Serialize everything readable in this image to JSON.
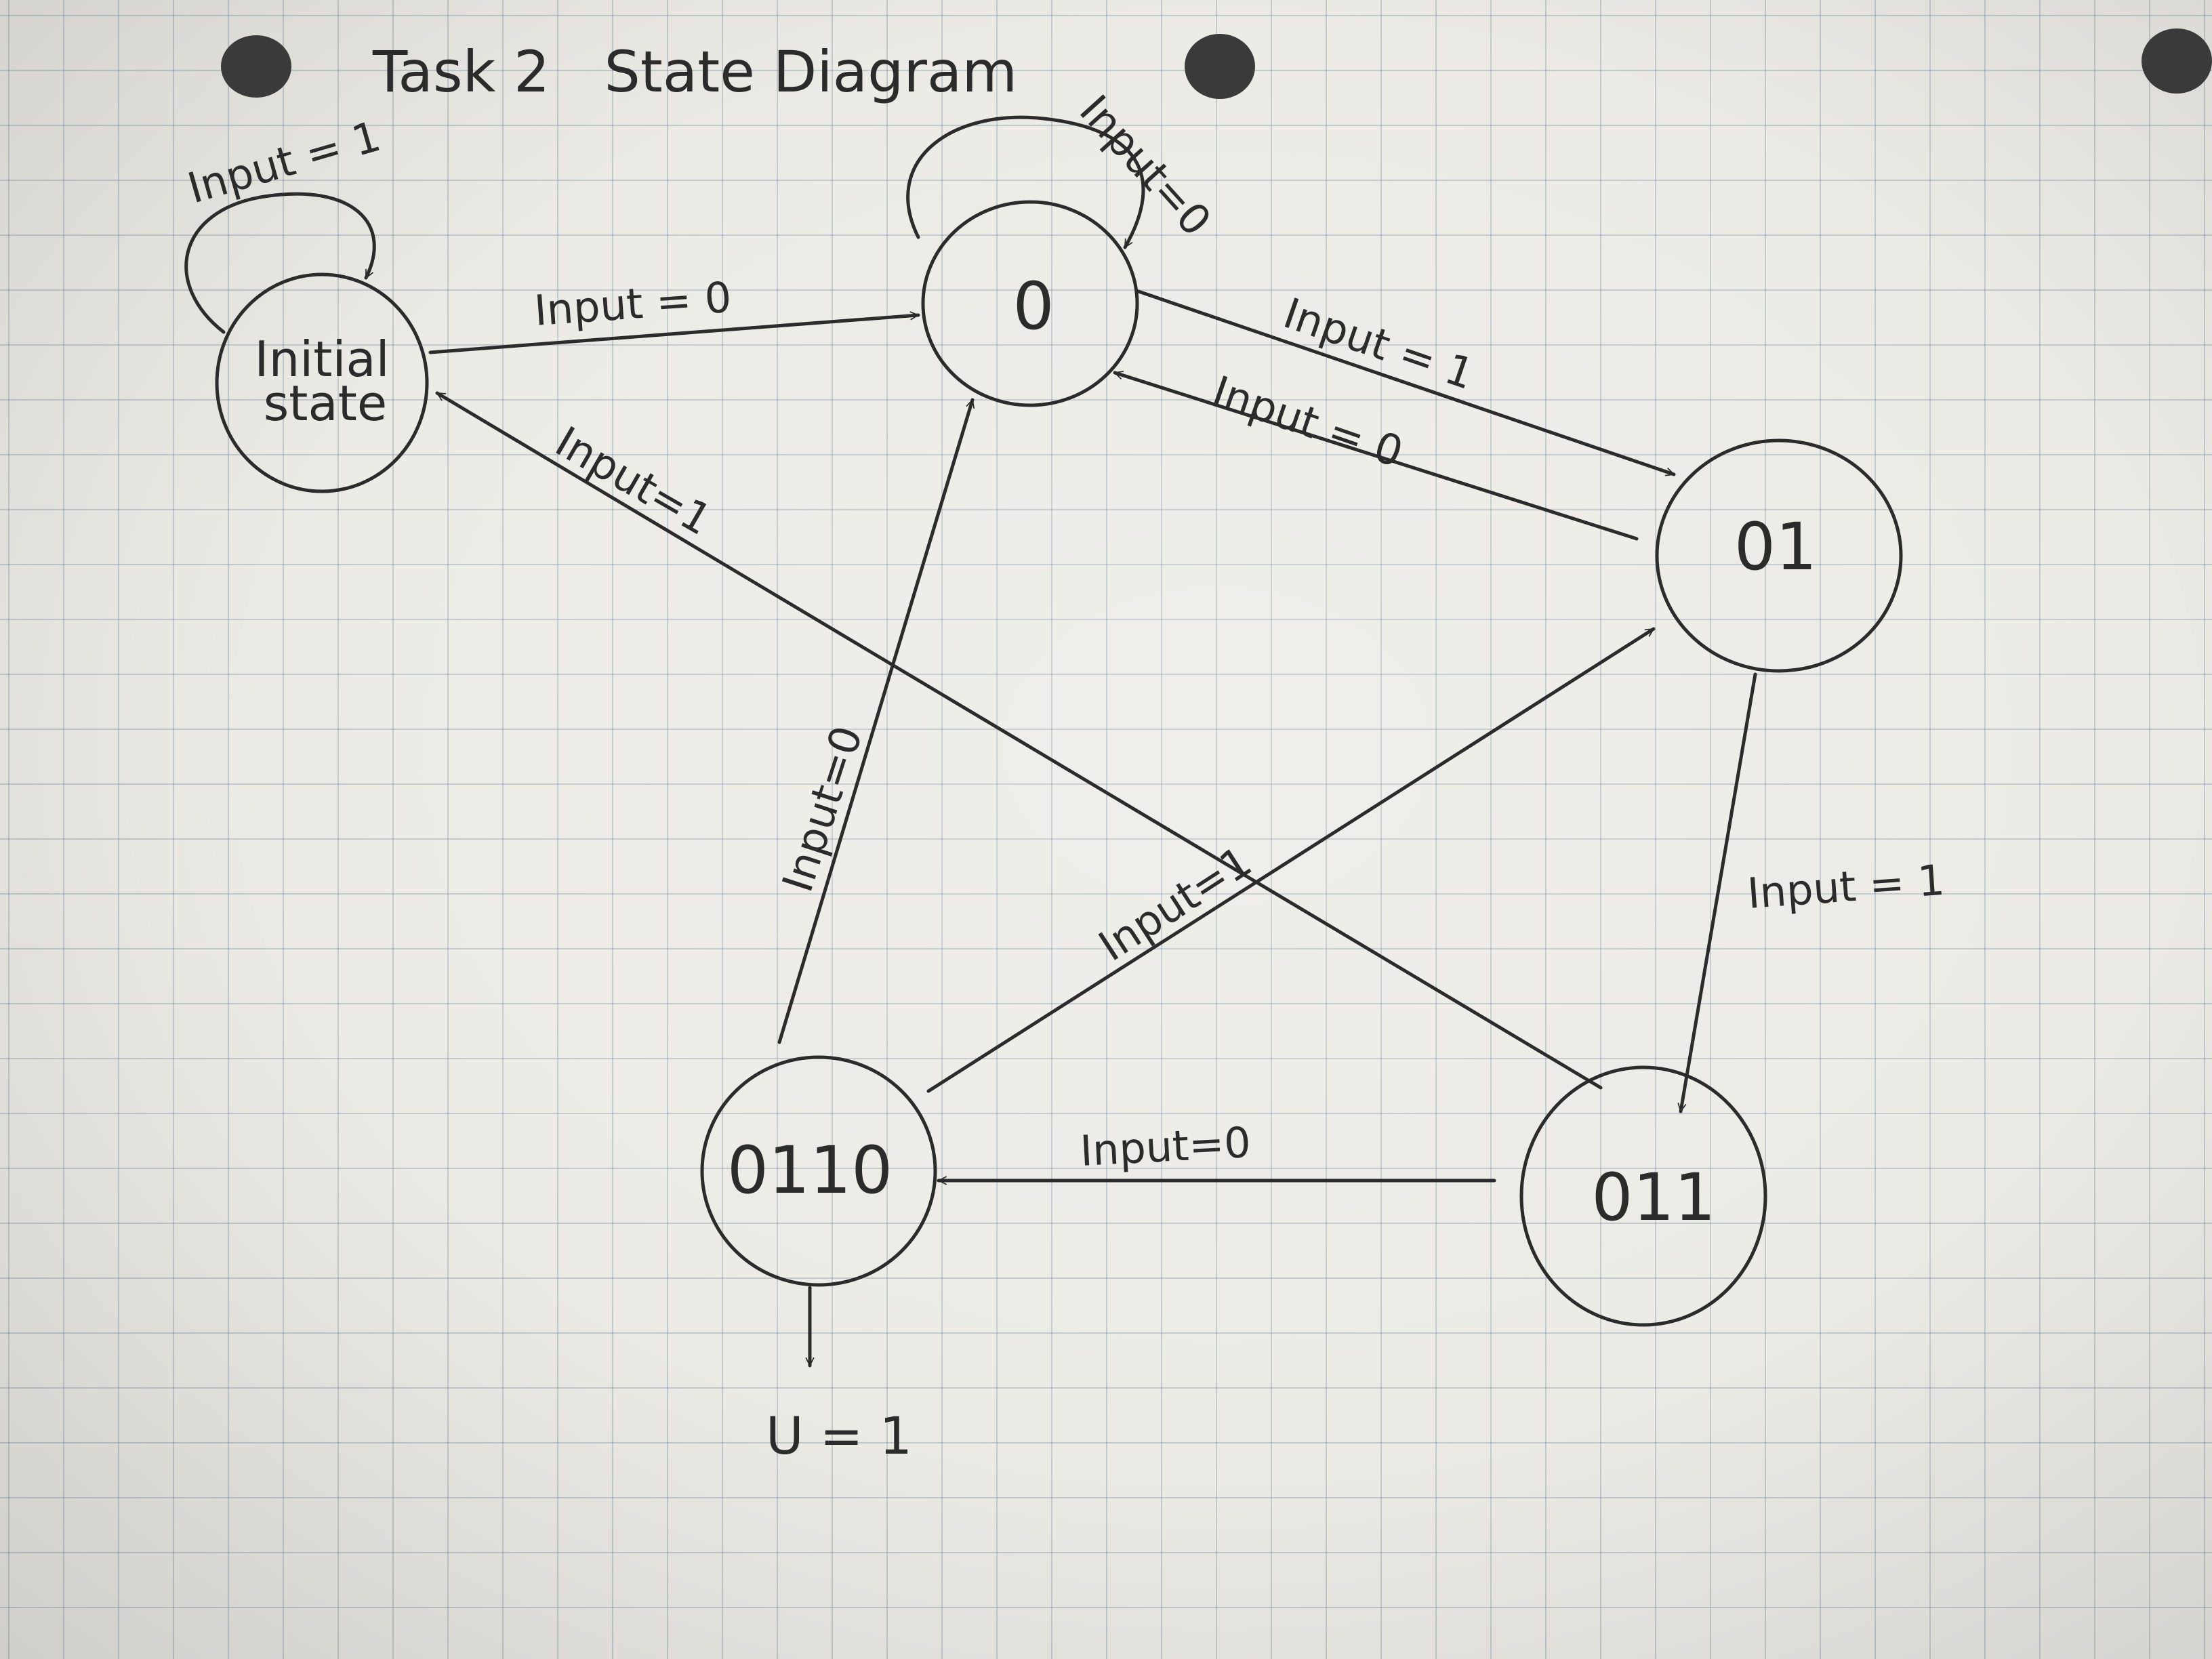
{
  "title": "Task 2   State Diagram",
  "states": {
    "initial": {
      "label_line1": "Initial",
      "label_line2": "state"
    },
    "s0": {
      "label": "0"
    },
    "s01": {
      "label": "01"
    },
    "s011": {
      "label": "011"
    },
    "s0110": {
      "label": "0110"
    }
  },
  "transitions": {
    "initial_self": "Input = 1",
    "initial_to_s0": "Input = 0",
    "s0_self": "Input=0",
    "s0_to_s01": "Input = 1",
    "s01_to_s0": "Input = 0",
    "s01_to_s011": "Input = 1",
    "s011_to_initial": "Input=1",
    "s011_to_s0110": "Input=0",
    "s0110_to_s0": "Input=0",
    "s0110_to_s01": "Input=1"
  },
  "output": {
    "label": "U = 1"
  }
}
